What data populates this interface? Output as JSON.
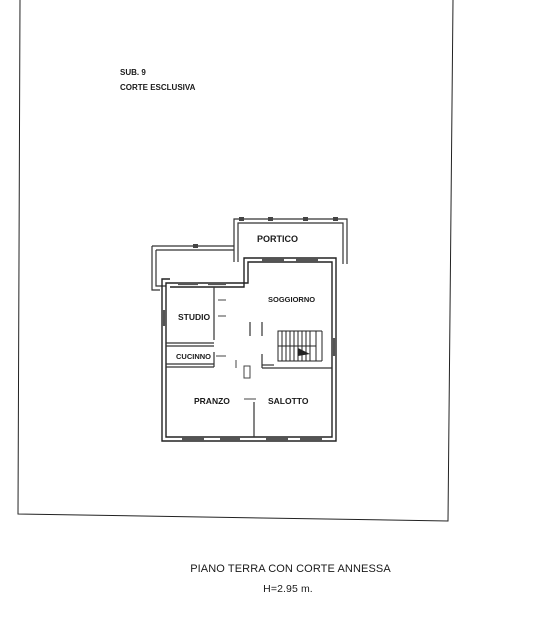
{
  "subunit": {
    "code": "SUB. 9",
    "area": "CORTE ESCLUSIVA"
  },
  "rooms": {
    "portico": "PORTICO",
    "soggiorno": "SOGGIORNO",
    "studio": "STUDIO",
    "cucinino": "CUCINNO",
    "pranzo": "PRANZO",
    "salotto": "SALOTTO"
  },
  "caption": {
    "title": "PIANO TERRA CON CORTE ANNESSA",
    "height": "H=2.95 m."
  }
}
